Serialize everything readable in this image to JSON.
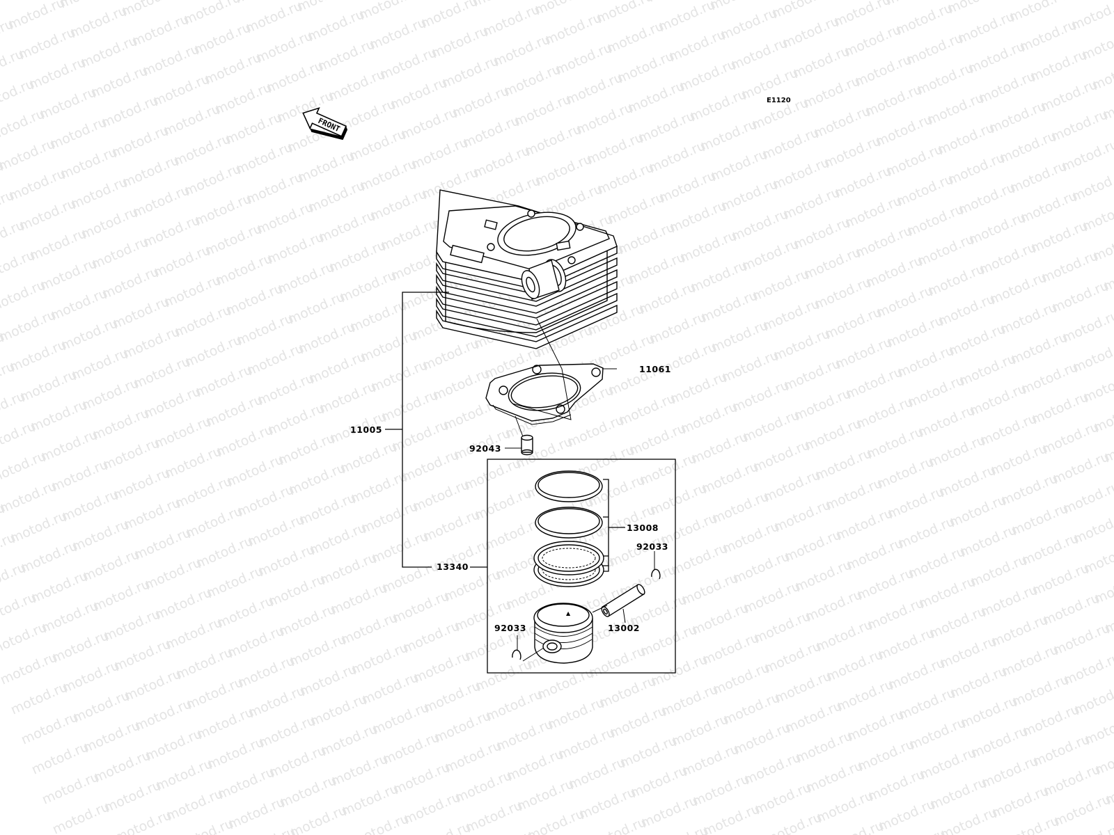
{
  "diagram": {
    "code": "E1120",
    "front_label": "FRONT",
    "watermark": "motod.ru",
    "callouts": {
      "cylinder": "11005",
      "gasket": "11061",
      "dowel": "92043",
      "piston_set": "13340",
      "rings": "13008",
      "circlip_right": "92033",
      "pin": "13002",
      "circlip_left": "92033"
    }
  }
}
